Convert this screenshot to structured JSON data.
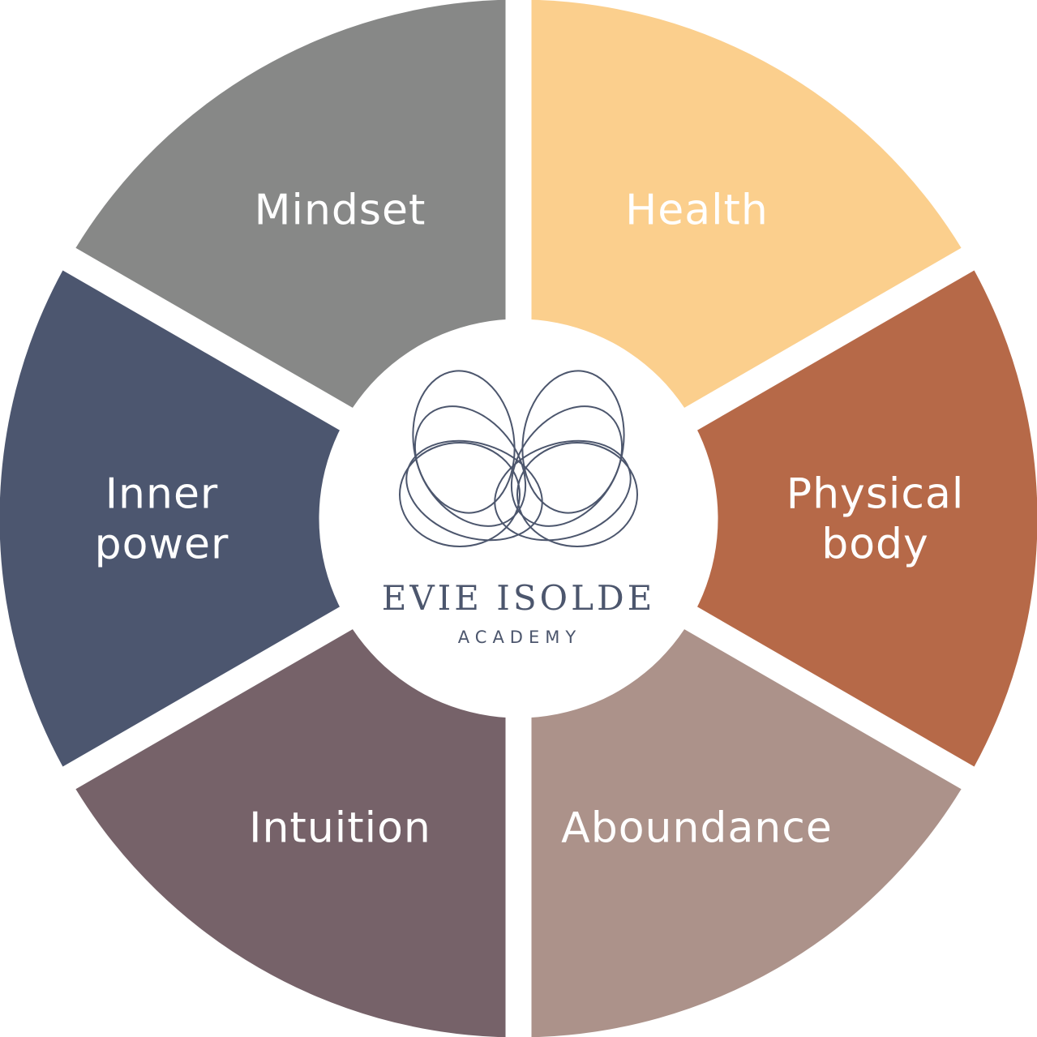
{
  "colors": {
    "background": "#ffffff",
    "label_text": "#ffffff",
    "brand": "#4c566d",
    "center_fill": "#ffffff"
  },
  "segments": [
    {
      "id": "health",
      "lines": [
        "Health"
      ],
      "color": "#fbcf8d"
    },
    {
      "id": "physical-body",
      "lines": [
        "Physical",
        "body"
      ],
      "color": "#b66948"
    },
    {
      "id": "abundance",
      "lines": [
        "Aboundance"
      ],
      "color": "#ac928a"
    },
    {
      "id": "intuition",
      "lines": [
        "Intuition"
      ],
      "color": "#766269"
    },
    {
      "id": "inner-power",
      "lines": [
        "Inner",
        "power"
      ],
      "color": "#4c566f"
    },
    {
      "id": "mindset",
      "lines": [
        "Mindset"
      ],
      "color": "#878887"
    }
  ],
  "center": {
    "logo_icon": "butterfly-loops-logo",
    "name": "EVIE ISOLDE",
    "subtitle": "ACADEMY"
  }
}
